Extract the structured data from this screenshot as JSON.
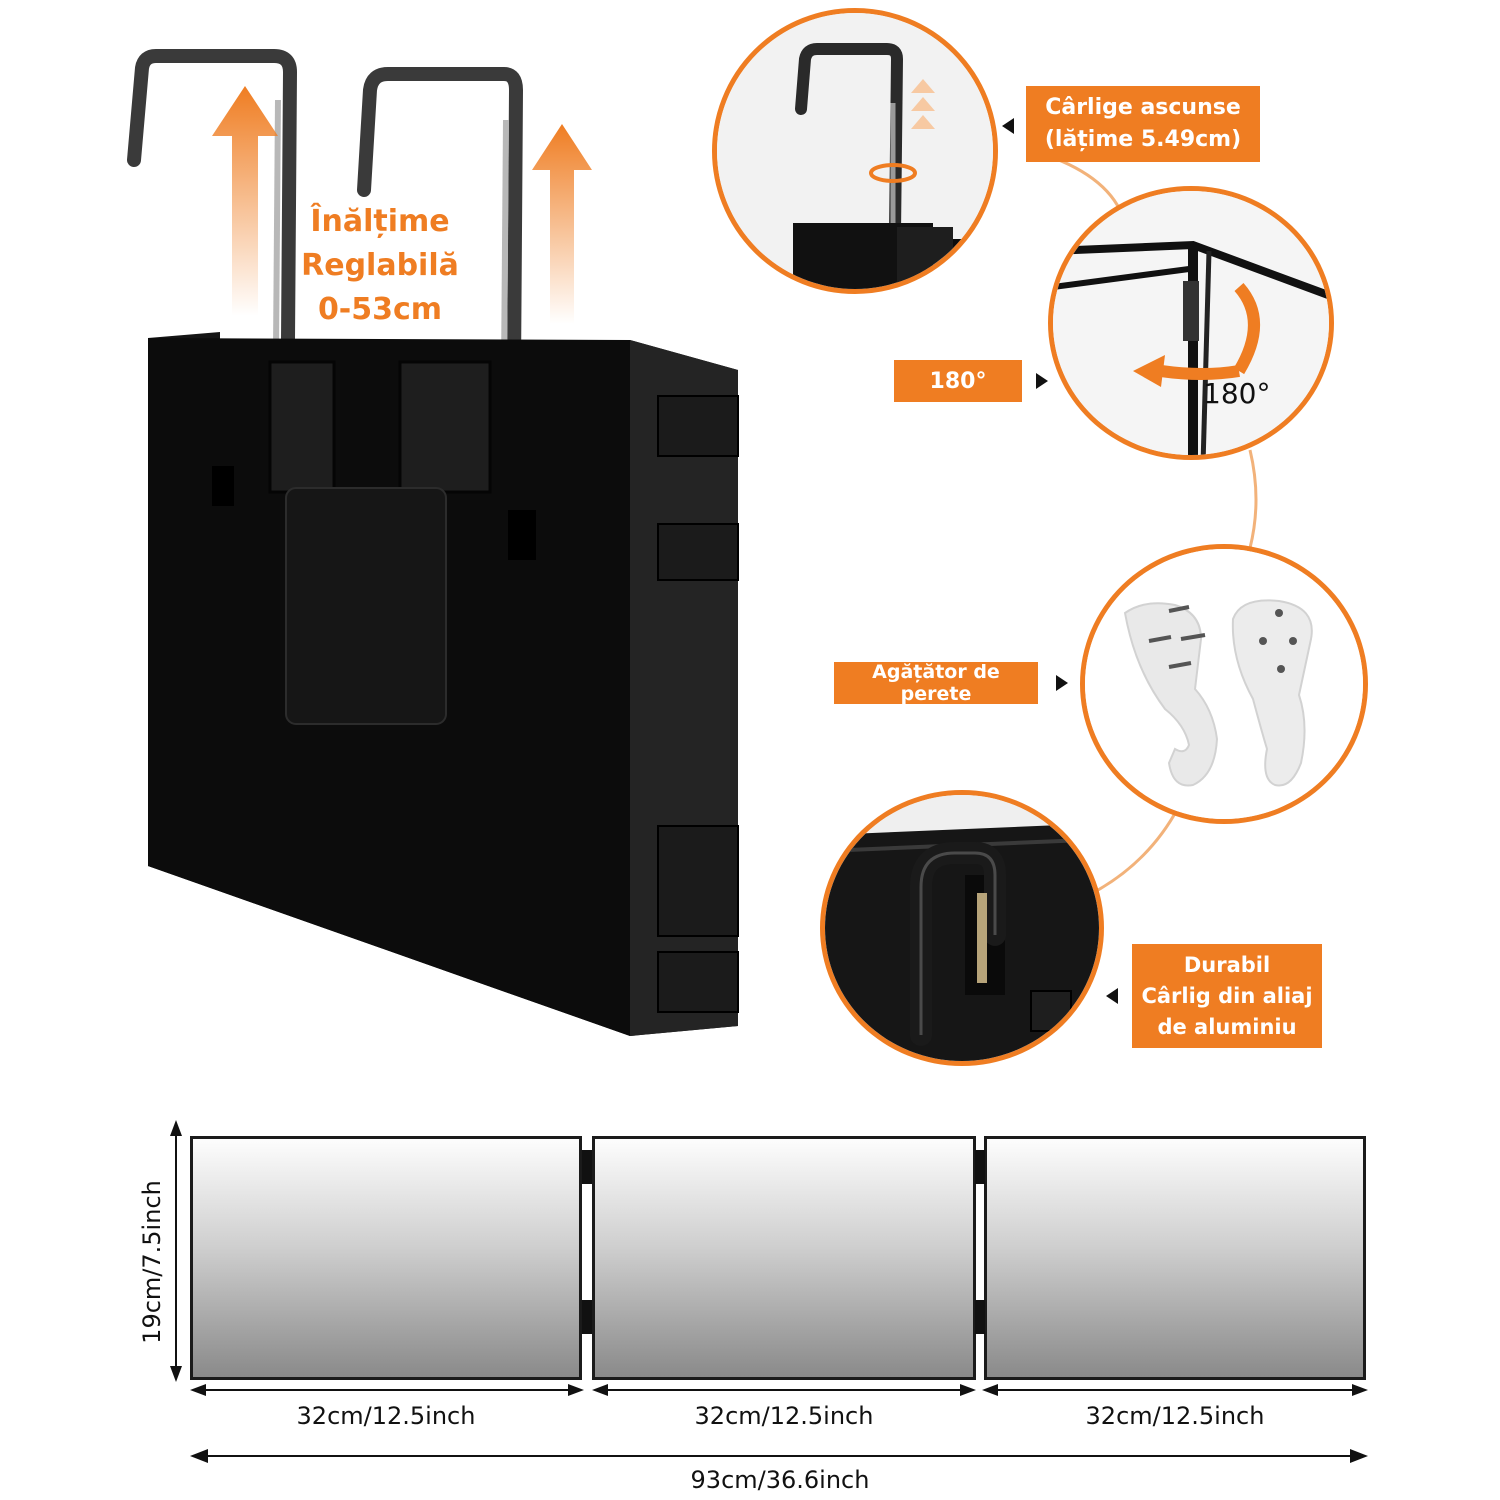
{
  "labels": {
    "adjustable_height": [
      "Înălțime",
      "Reglabilă",
      "0-53cm"
    ],
    "hidden_hooks": [
      "Cârlige ascunse",
      "(lățime  5.49cm)"
    ],
    "rotation_tag": "180°",
    "rotation_inline": "180°",
    "wall_hanger": "Agățător de perete",
    "durable_hook": [
      "Durabil",
      "Cârlig din aliaj",
      "de aluminiu"
    ]
  },
  "dimensions": {
    "height": "19cm/7.5inch",
    "panel_widths": [
      "32cm/12.5inch",
      "32cm/12.5inch",
      "32cm/12.5inch"
    ],
    "total_width": "93cm/36.6inch"
  },
  "colors": {
    "accent": "#ef7d22",
    "device_body": "#111111",
    "hook_metal": "#9a9a9a"
  },
  "icons": {
    "up_arrow": "up-arrow-icon",
    "rotate": "rotate-arrow-icon",
    "pointer": "triangle-pointer-icon"
  }
}
